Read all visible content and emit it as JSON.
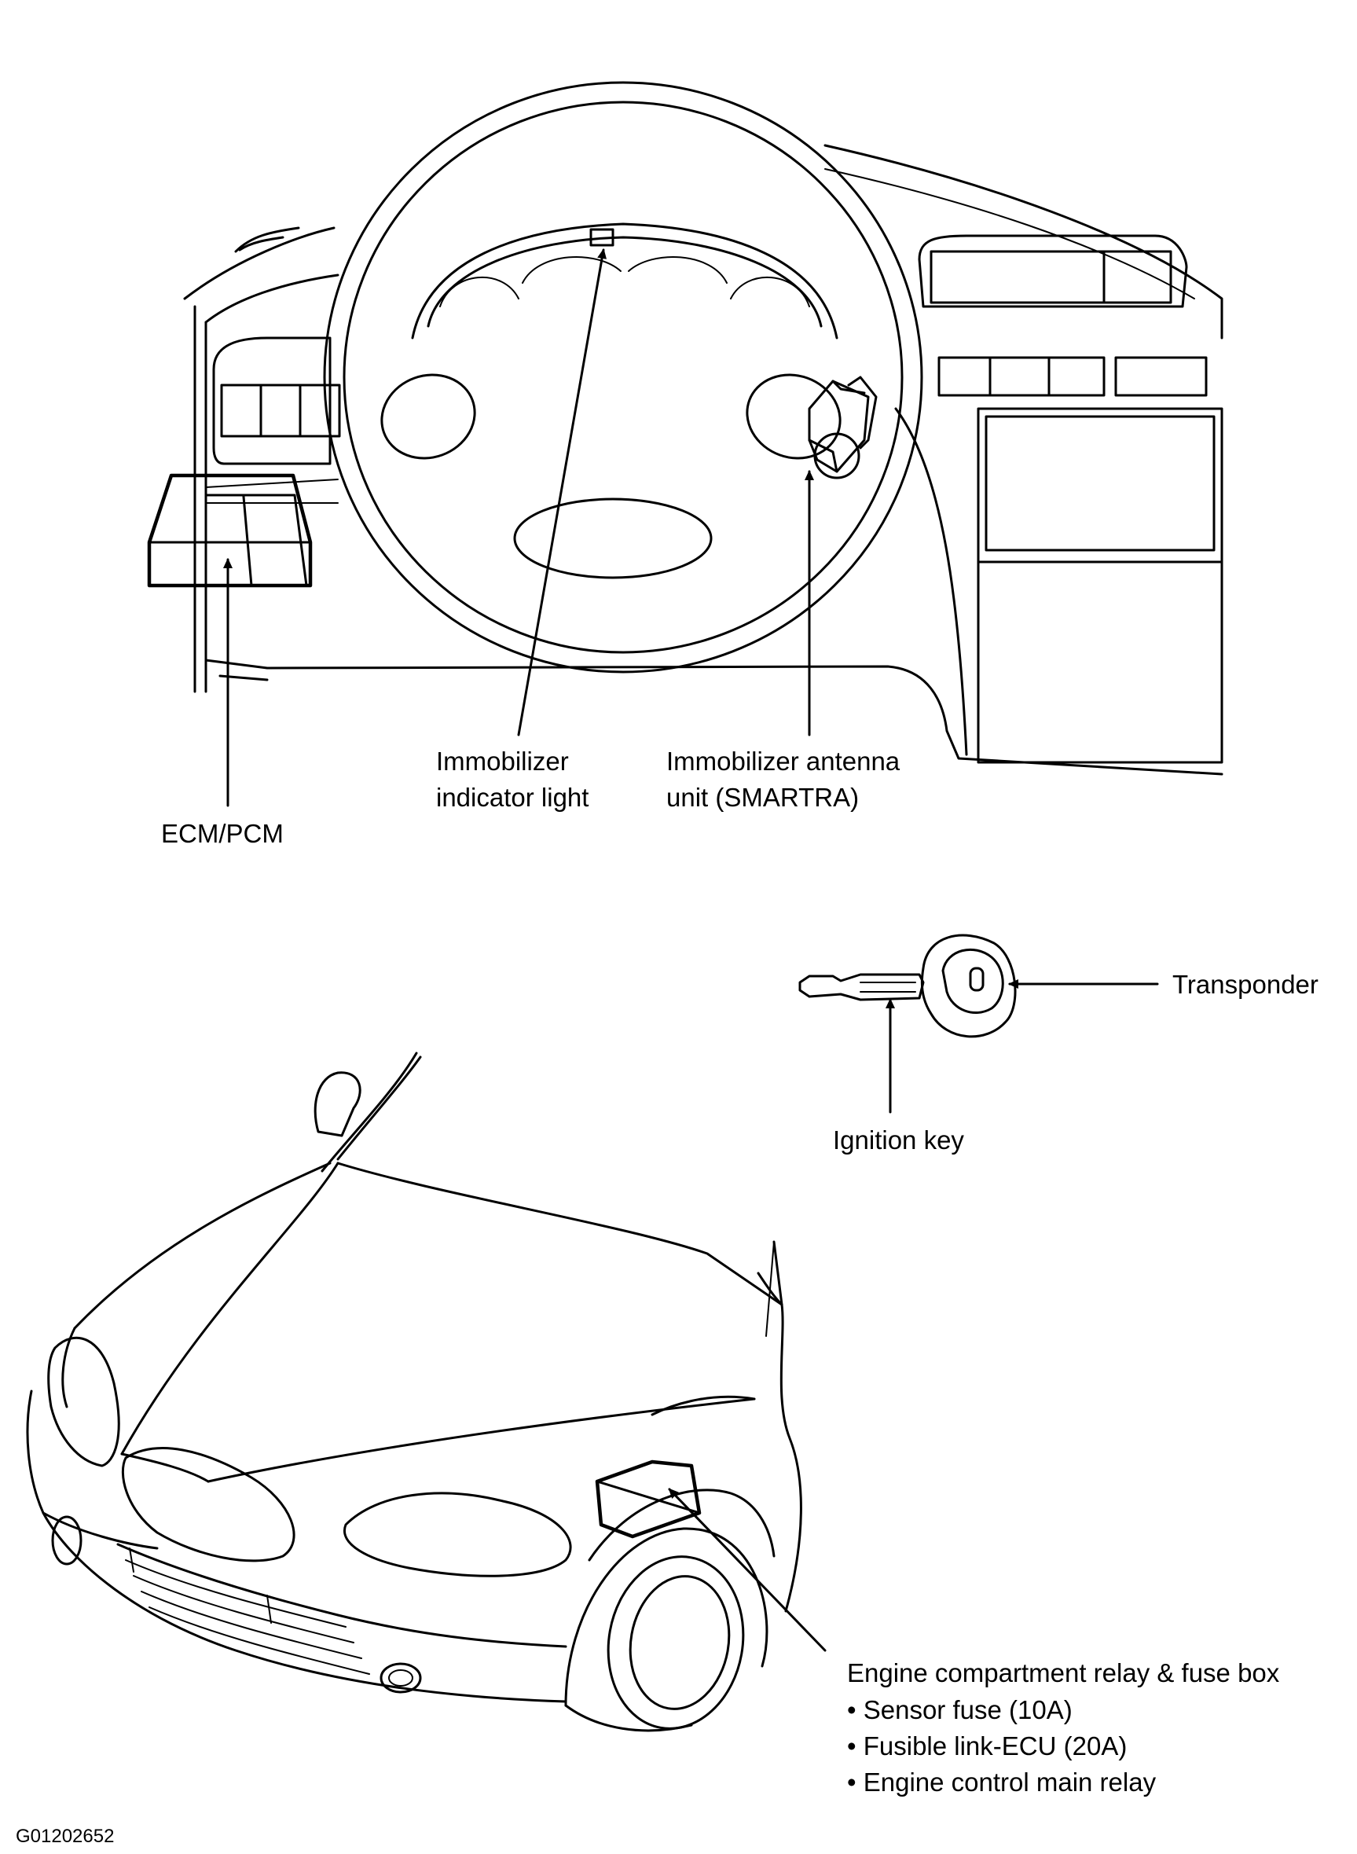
{
  "labels": {
    "ecm": "ECM/PCM",
    "indicator_l1": "Immobilizer",
    "indicator_l2": "indicator light",
    "antenna_l1": "Immobilizer antenna",
    "antenna_l2": "unit (SMARTRA)",
    "transponder": "Transponder",
    "ignition_key": "Ignition key",
    "fusebox_title": "Engine compartment relay & fuse box",
    "fusebox_items": [
      "• Sensor fuse (10A)",
      "• Fusible link-ECU (20A)",
      "• Engine control main relay"
    ]
  },
  "figure_code": "G01202652"
}
